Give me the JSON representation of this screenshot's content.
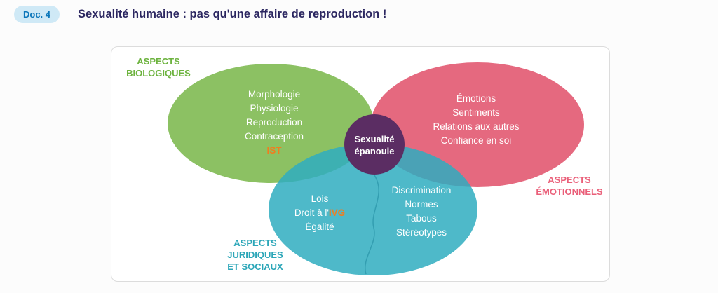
{
  "header": {
    "badge": "Doc. 4",
    "title": "Sexualité humaine : pas qu'une affaire de reproduction !"
  },
  "diagram": {
    "labels": {
      "biological": {
        "line1": "ASPECTS",
        "line2": "BIOLOGIQUES"
      },
      "emotional": {
        "line1": "ASPECTS",
        "line2": "ÉMOTIONNELS"
      },
      "legal": {
        "line1": "ASPECTS",
        "line2": "JURIDIQUES",
        "line3": "ET SOCIAUX"
      }
    },
    "green": {
      "items": [
        "Morphologie",
        "Physiologie",
        "Reproduction",
        "Contraception"
      ],
      "highlight": "IST"
    },
    "pink": {
      "items": [
        "Émotions",
        "Sentiments",
        "Relations aux autres",
        "Confiance en soi"
      ]
    },
    "teal_left": {
      "item1": "Lois",
      "item2_prefix": "Droit à l'",
      "item2_highlight": "IVG",
      "item3": "Égalité"
    },
    "teal_right": {
      "items": [
        "Discrimination",
        "Normes",
        "Tabous",
        "Stéréotypes"
      ]
    },
    "center": {
      "line1": "Sexualité",
      "line2": "épanouie"
    }
  },
  "colors": {
    "green_ellipse": "#8cc163",
    "pink_ellipse": "#e5697f",
    "teal_ellipse": "#2fadc0",
    "purple_center": "#5b2d63",
    "orange_accent": "#f07d1f",
    "green_label": "#6db33f",
    "pink_label": "#ea5f79",
    "teal_label": "#2ba6b8",
    "badge_background": "#cfe9f6",
    "badge_text": "#0b76ba",
    "title_text": "#2b2660"
  }
}
